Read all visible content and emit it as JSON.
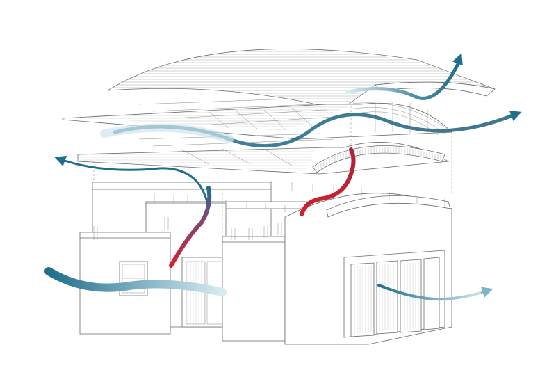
{
  "diagram": {
    "type": "exploded-axonometric-airflow",
    "colors": {
      "line": "#6a6a6a",
      "hatch": "#9a9a9a",
      "cool_air": "#1f6f8b",
      "cool_air_fade": "#cfe6ee",
      "warm_air": "#d3202a",
      "warm_air_mid": "#7a4a7c"
    },
    "layers": [
      "roof-shell",
      "upper-truss-frame",
      "lower-truss-frame",
      "building-volume"
    ],
    "flows": [
      {
        "kind": "cool",
        "label": ""
      },
      {
        "kind": "cool",
        "label": ""
      },
      {
        "kind": "cool",
        "label": ""
      },
      {
        "kind": "cool",
        "label": ""
      },
      {
        "kind": "warm",
        "label": ""
      },
      {
        "kind": "warm",
        "label": ""
      }
    ]
  }
}
